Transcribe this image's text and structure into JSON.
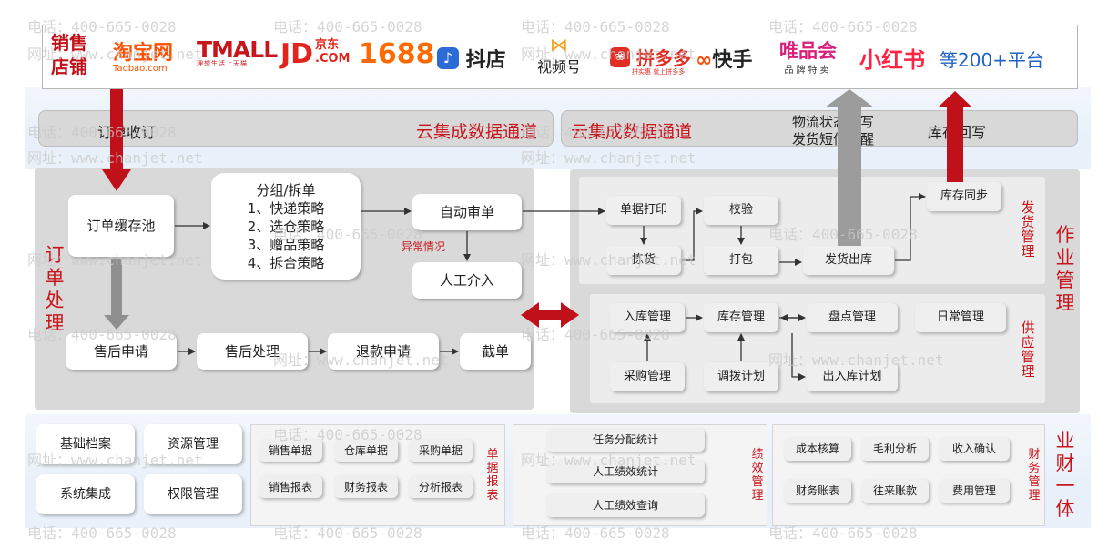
{
  "stores": {
    "label": "销售店铺",
    "logos": {
      "taobao": "淘宝网",
      "taobao_sub": "Taobao.com",
      "tmall": "TMALL",
      "tmall_sub": "理想生活上天猫",
      "jd": "JD",
      "jd_cn": "京东",
      "jd_com": ".COM",
      "n1688": "1688",
      "douyin": "抖店",
      "channels": "视频号",
      "pdd": "拼多多",
      "pdd_sub": "拼实惠 就上拼多多",
      "kuaishou": "快手",
      "vip": "唯品会",
      "vip_sub": "品牌特卖",
      "xhs": "小红书",
      "more": "等200+平台"
    }
  },
  "band": {
    "order_receive": "订单收订",
    "channel_left": "云集成数据通道",
    "channel_right": "云集成数据通道",
    "logistics_line1": "物流状态回写",
    "logistics_line2": "发货短信提醒",
    "stock_writeback": "库存回写"
  },
  "order": {
    "side_label": "订单处理",
    "pool": "订单缓存池",
    "split_title": "分组/拆单",
    "split_items": [
      "1、快递策略",
      "2、选仓策略",
      "3、赠品策略",
      "4、拆合策略"
    ],
    "auto_review": "自动审单",
    "exception": "异常情况",
    "manual": "人工介入",
    "after_sale_apply": "售后申请",
    "after_sale_process": "售后处理",
    "refund_apply": "退款申请",
    "intercept": "截单"
  },
  "ship": {
    "side_label": "发货管理",
    "print": "单据打印",
    "verify": "校验",
    "pick": "拣货",
    "pack": "打包",
    "out": "发货出库",
    "stock_sync": "库存同步"
  },
  "ops_label": "作业管理",
  "supply": {
    "side_label": "供应管理",
    "inbound": "入库管理",
    "inventory": "库存管理",
    "count": "盘点管理",
    "daily": "日常管理",
    "purchase": "采购管理",
    "transfer": "调拨计划",
    "io_plan": "出入库计划"
  },
  "base": {
    "archive": "基础档案",
    "resource": "资源管理",
    "integration": "系统集成",
    "permission": "权限管理"
  },
  "reports": {
    "side_label": "单据报表",
    "items": [
      "销售单据",
      "仓库单据",
      "采购单据",
      "销售报表",
      "财务报表",
      "分析报表"
    ]
  },
  "perf": {
    "side_label": "绩效管理",
    "items": [
      "任务分配统计",
      "人工绩效统计",
      "人工绩效查询"
    ]
  },
  "finance": {
    "side_label": "财务管理",
    "items": [
      "成本核算",
      "毛利分析",
      "收入确认",
      "财务账表",
      "往来账款",
      "费用管理"
    ]
  },
  "biz_fin_label": "业财一体",
  "watermark": {
    "phone": "电话：400-665-0028",
    "site": "网址：www.chanjet.net"
  },
  "colors": {
    "accent_red": "#c8151b",
    "arrow_red": "#c0101a",
    "arrow_grey": "#9c9c9c",
    "panel_grey": "#d9d9d9"
  }
}
